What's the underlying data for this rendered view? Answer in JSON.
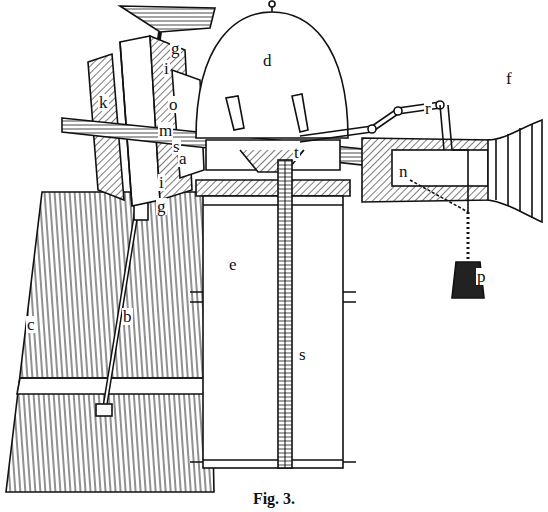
{
  "diagram": {
    "caption": "Fig. 3.",
    "labels": [
      "g",
      "i",
      "k",
      "o",
      "m",
      "s",
      "a",
      "i",
      "g",
      "c",
      "b",
      "d",
      "t",
      "r",
      "f",
      "n",
      "p",
      "e",
      "s"
    ]
  }
}
